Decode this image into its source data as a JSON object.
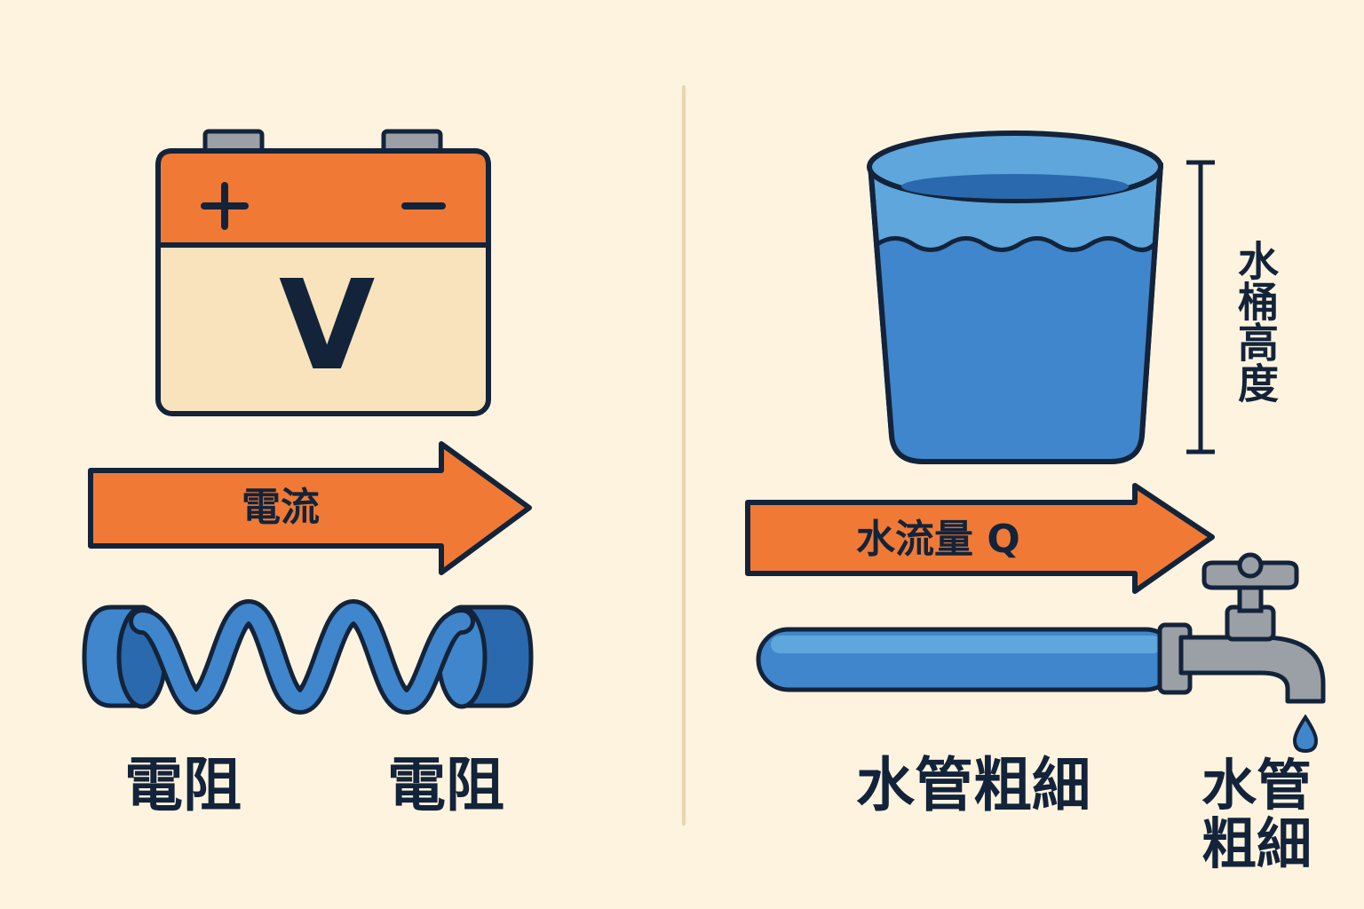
{
  "battery": {
    "plus_symbol": "+",
    "minus_symbol": "−",
    "letter": "V"
  },
  "left_arrow": {
    "label": "電流"
  },
  "left_labels": {
    "resistor_left": "電阻",
    "resistor_right": "電阻"
  },
  "bucket": {
    "height_label": "水桶高度"
  },
  "right_arrow": {
    "label": "水流量 Q"
  },
  "right_labels": {
    "pipe_thickness": "水管粗細",
    "pipe_thickness_faucet": "水管粗細"
  },
  "colors": {
    "background": "#fdf3df",
    "orange": "#f07a35",
    "blue": "#3f86cc",
    "light_blue": "#5ea6dc",
    "dark_blue": "#2a69ad",
    "cream": "#f9e3bd",
    "gray": "#9aa0a5",
    "outline": "#13233a"
  },
  "icons": [
    "battery-icon",
    "coil-resistor-icon",
    "bucket-icon",
    "pipe-icon",
    "faucet-icon",
    "water-drop-icon"
  ]
}
